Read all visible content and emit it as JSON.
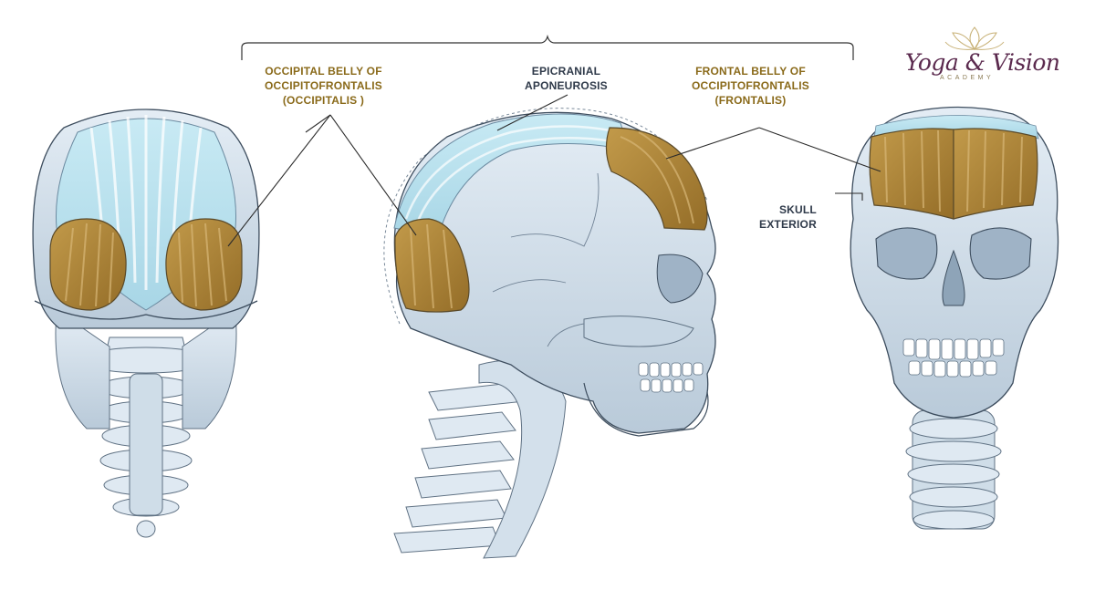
{
  "labels": {
    "occipital": [
      "OCCIPITAL BELLY OF",
      "OCCIPITOFRONTALIS",
      "(OCCIPITALIS )"
    ],
    "epicranial": [
      "EPICRANIAL",
      "APONEUROSIS"
    ],
    "frontal": [
      "FRONTAL BELLY OF",
      "OCCIPITOFRONTALIS",
      "(FRONTALIS)"
    ],
    "skull": [
      "SKULL",
      "EXTERIOR"
    ]
  },
  "logo": {
    "name": "Yoga & Vision",
    "subtitle": "ACADEMY"
  },
  "colors": {
    "muscle": "#b08a3e",
    "label_gold": "#8a6a1a",
    "label_navy": "#2f3a4a",
    "bone": "#d6e3ee",
    "aponeurosis": "#bfe3ef",
    "logo_brand": "#5b2a4e"
  }
}
